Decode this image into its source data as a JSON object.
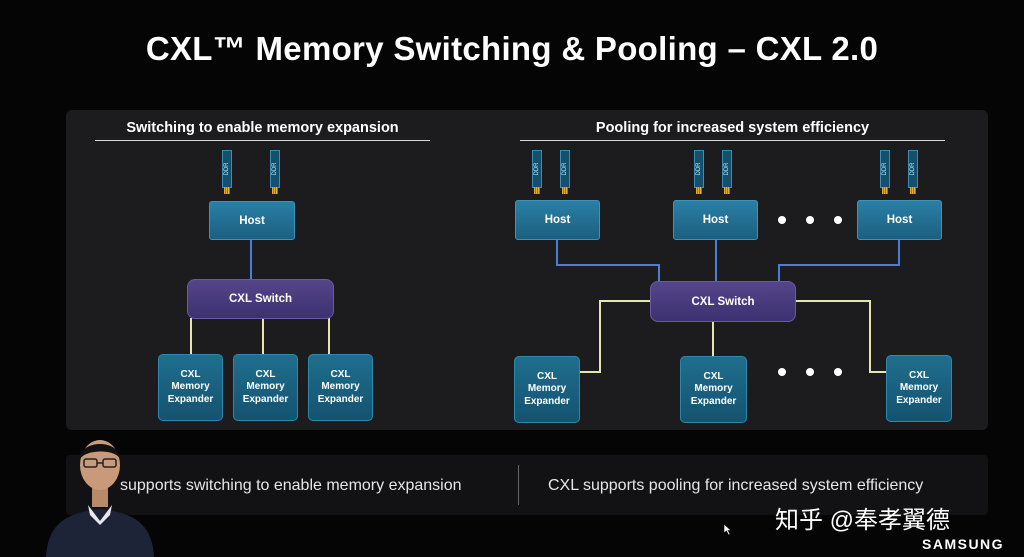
{
  "title": "CXL™ Memory Switching & Pooling – CXL 2.0",
  "left": {
    "heading": "Switching to enable memory expansion",
    "ddr_label": "DDR",
    "host_label": "Host",
    "switch_label": "CXL Switch",
    "expander_label": "CXL\nMemory\nExpander"
  },
  "right": {
    "heading": "Pooling for increased system efficiency",
    "ddr_label": "DDR",
    "host_label": "Host",
    "switch_label": "CXL Switch",
    "expander_label": "CXL\nMemory\nExpander"
  },
  "captions": {
    "left": "supports switching to enable memory expansion",
    "right": "CXL supports pooling for increased system efficiency"
  },
  "watermark": "知乎 @奉孝翼德",
  "brand": "SAMSUNG",
  "colors": {
    "host_link": "#4b7fd6",
    "expander_link": "#e3e6b0",
    "host_box": "#2a7fa6",
    "switch_box": "#4c3f80",
    "expander_box": "#1c6686"
  }
}
